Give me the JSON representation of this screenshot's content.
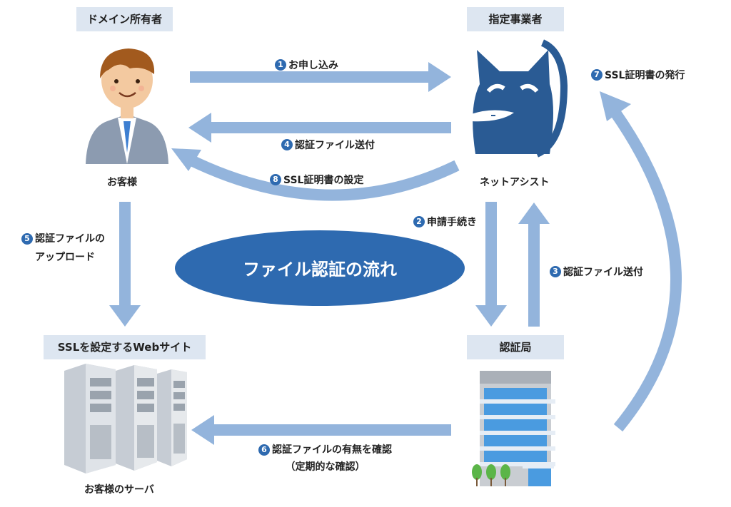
{
  "headers": {
    "domain_owner": "ドメイン所有者",
    "designated_provider": "指定事業者",
    "website": "SSLを設定するWebサイト",
    "ca": "認証局"
  },
  "labels": {
    "customer": "お客様",
    "netassist": "ネットアシスト",
    "server": "お客様のサーバ"
  },
  "center_title": "ファイル認証の流れ",
  "steps": [
    {
      "num": "1",
      "text": "お申し込み"
    },
    {
      "num": "2",
      "text": "申請手続き"
    },
    {
      "num": "3",
      "text": "認証ファイル送付"
    },
    {
      "num": "4",
      "text": "認証ファイル送付"
    },
    {
      "num": "5",
      "line1": "認証ファイルの",
      "line2": "アップロード"
    },
    {
      "num": "6",
      "line1": "認証ファイルの有無を確認",
      "line2": "（定期的な確認）"
    },
    {
      "num": "7",
      "text": "SSL証明書の発行"
    },
    {
      "num": "8",
      "text": "SSL証明書の設定"
    }
  ],
  "colors": {
    "arrow": "#93b4dc",
    "oval": "#2e6ab0",
    "header_bg": "#dde6f1",
    "cat": "#2a5b94"
  },
  "icons": [
    "businessman-icon",
    "cat-mascot-icon",
    "server-tower-icon",
    "office-building-icon"
  ]
}
